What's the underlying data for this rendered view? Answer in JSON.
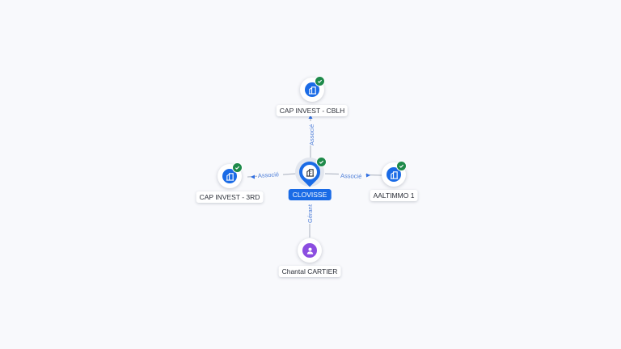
{
  "nodes": {
    "center": {
      "label": "CLOVISSE",
      "type": "company",
      "icon": "building-icon",
      "verified": true
    },
    "top": {
      "label": "CAP INVEST - CBLH",
      "type": "company",
      "icon": "building-icon",
      "verified": true
    },
    "left": {
      "label": "CAP INVEST - 3RD",
      "type": "company",
      "icon": "building-icon",
      "verified": true
    },
    "right": {
      "label": "AALTIMMO 1",
      "type": "company",
      "icon": "building-icon",
      "verified": true
    },
    "bottom": {
      "label": "Chantal CARTIER",
      "type": "person",
      "icon": "person-icon",
      "verified": false
    }
  },
  "edges": {
    "top": {
      "label": "Associé"
    },
    "left": {
      "label": "Associé"
    },
    "right": {
      "label": "Associé"
    },
    "bottom": {
      "label": "Gérant"
    }
  },
  "colors": {
    "company": "#1a6be6",
    "person": "#8b4de0",
    "verified": "#1e8a4a",
    "edge": "#b7bdc9",
    "edge_label": "#4f7fd8"
  }
}
